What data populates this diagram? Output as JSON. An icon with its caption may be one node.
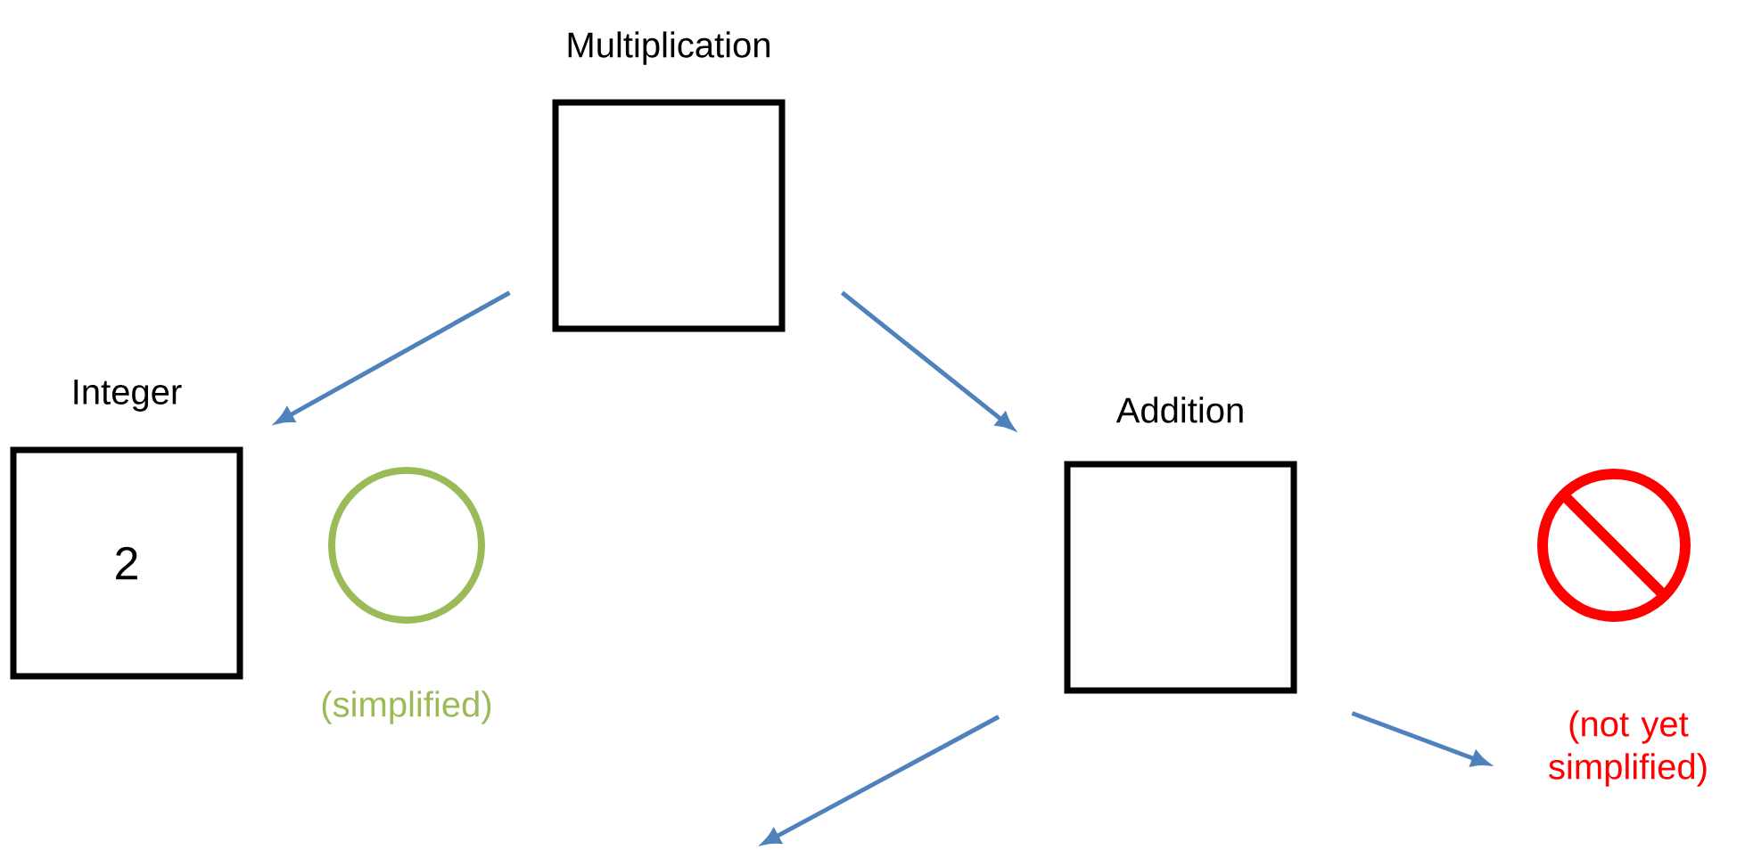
{
  "diagram": {
    "nodes": [
      {
        "text": [
          "Multiplication"
        ]
      },
      {
        "text": [
          "Integer",
          "2"
        ]
      },
      {
        "text": [
          "Addition"
        ]
      },
      {
        "text": [],
        "shape": "circle",
        "beside": [
          "(simplified)"
        ]
      },
      {
        "text": [],
        "shape": "circle"
      },
      {
        "text": [
          "(not yet simplified)"
        ]
      }
    ],
    "edges": [
      {
        "from": 0,
        "to": 1,
        "arrow": "to"
      },
      {
        "from": 0,
        "to": 2,
        "arrow": "to"
      },
      {
        "from": 2,
        "to": null,
        "arrow": "to"
      },
      {
        "from": 2,
        "to": 5,
        "arrow": "to"
      }
    ]
  }
}
